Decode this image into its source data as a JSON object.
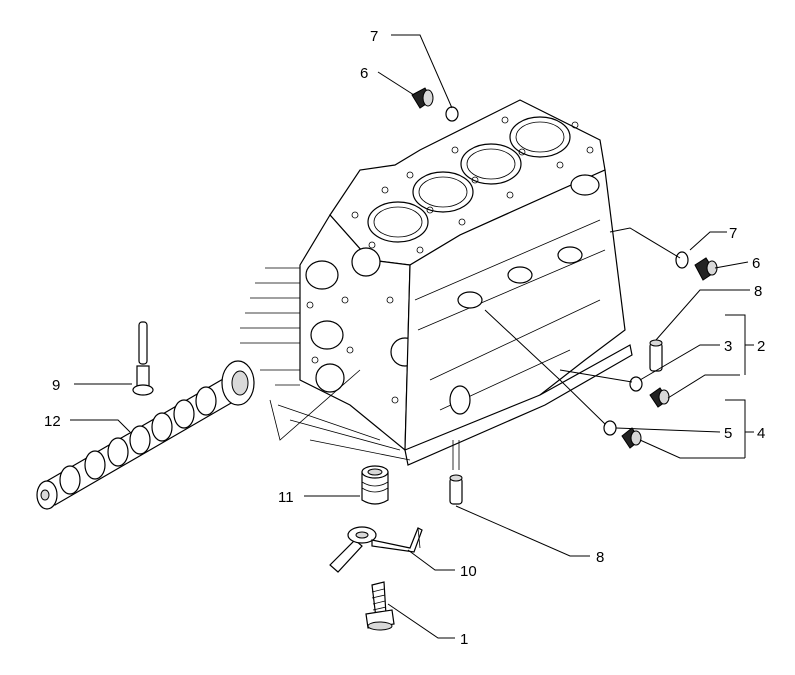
{
  "callouts": {
    "c7_top": "7",
    "c6_top": "6",
    "c7_right": "7",
    "c6_right": "6",
    "c8_right": "8",
    "c3": "3",
    "c2": "2",
    "c5": "5",
    "c4": "4",
    "c9": "9",
    "c12": "12",
    "c11": "11",
    "c8_bottom": "8",
    "c10": "10",
    "c1": "1"
  }
}
